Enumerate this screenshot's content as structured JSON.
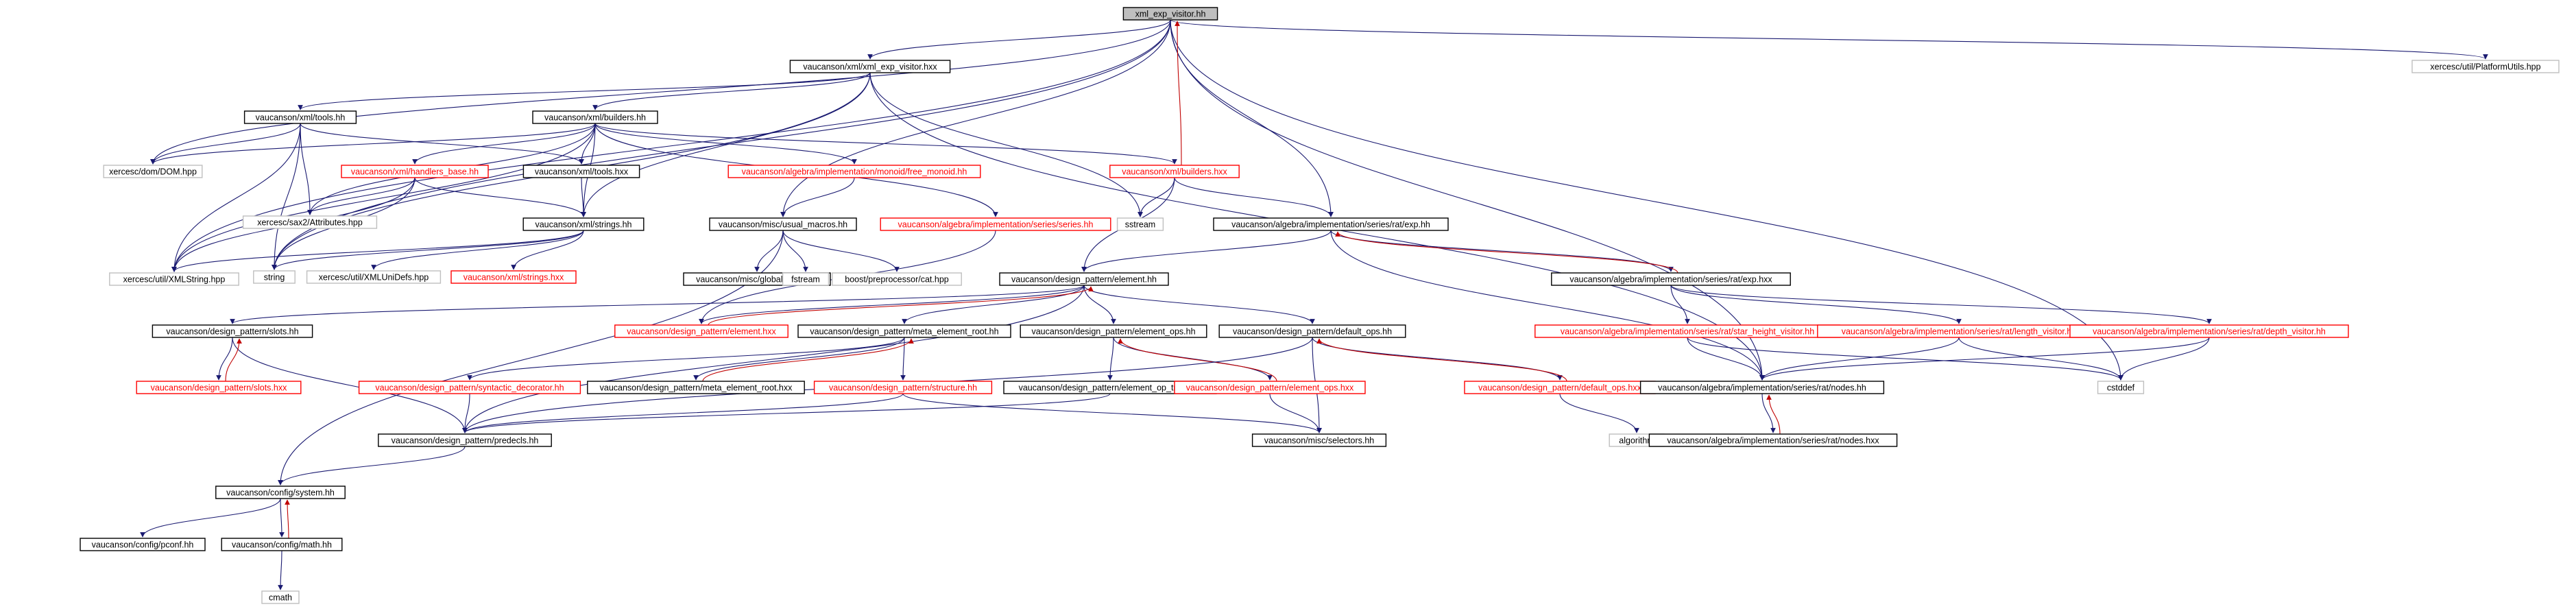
{
  "diagram": {
    "colors": {
      "edge": "#191970",
      "edge_back": "#c00000",
      "root_fill": "#bfbfbf",
      "documented_border": "#000000",
      "undocumented_border": "#ff0000",
      "external_border": "#bfbfbf"
    },
    "nodes": [
      {
        "id": "root",
        "label": "xml_exp_visitor.hh",
        "style": "root"
      },
      {
        "id": "xml_exp_visitor_hxx",
        "label": "vaucanson/xml/xml_exp_visitor.hxx",
        "style": "black"
      },
      {
        "id": "platformutils",
        "label": "xercesc/util/PlatformUtils.hpp",
        "style": "grey"
      },
      {
        "id": "tools_hh",
        "label": "vaucanson/xml/tools.hh",
        "style": "black"
      },
      {
        "id": "builders_hh",
        "label": "vaucanson/xml/builders.hh",
        "style": "black"
      },
      {
        "id": "dom",
        "label": "xercesc/dom/DOM.hpp",
        "style": "grey"
      },
      {
        "id": "handlers_base",
        "label": "vaucanson/xml/handlers_base.hh",
        "style": "red"
      },
      {
        "id": "tools_hxx",
        "label": "vaucanson/xml/tools.hxx",
        "style": "black"
      },
      {
        "id": "free_monoid",
        "label": "vaucanson/algebra/implementation/monoid/free_monoid.hh",
        "style": "red"
      },
      {
        "id": "builders_hxx",
        "label": "vaucanson/xml/builders.hxx",
        "style": "red"
      },
      {
        "id": "attributes",
        "label": "xercesc/sax2/Attributes.hpp",
        "style": "grey"
      },
      {
        "id": "strings_hh",
        "label": "vaucanson/xml/strings.hh",
        "style": "black"
      },
      {
        "id": "usual_macros",
        "label": "vaucanson/misc/usual_macros.hh",
        "style": "black"
      },
      {
        "id": "series_hh",
        "label": "vaucanson/algebra/implementation/series/series.hh",
        "style": "red"
      },
      {
        "id": "sstream",
        "label": "sstream",
        "style": "grey"
      },
      {
        "id": "rat_exp_hh",
        "label": "vaucanson/algebra/implementation/series/rat/exp.hh",
        "style": "black"
      },
      {
        "id": "xmlstring",
        "label": "xercesc/util/XMLString.hpp",
        "style": "grey"
      },
      {
        "id": "string",
        "label": "string",
        "style": "grey"
      },
      {
        "id": "xmlunidefs",
        "label": "xercesc/util/XMLUniDefs.hpp",
        "style": "grey"
      },
      {
        "id": "strings_hxx",
        "label": "vaucanson/xml/strings.hxx",
        "style": "red"
      },
      {
        "id": "global_timer",
        "label": "vaucanson/misc/global_timer.hh",
        "style": "black"
      },
      {
        "id": "fstream",
        "label": "fstream",
        "style": "grey"
      },
      {
        "id": "cat_hpp",
        "label": "boost/preprocessor/cat.hpp",
        "style": "grey"
      },
      {
        "id": "element_hh",
        "label": "vaucanson/design_pattern/element.hh",
        "style": "black"
      },
      {
        "id": "rat_exp_hxx",
        "label": "vaucanson/algebra/implementation/series/rat/exp.hxx",
        "style": "black"
      },
      {
        "id": "slots_hh",
        "label": "vaucanson/design_pattern/slots.hh",
        "style": "black"
      },
      {
        "id": "element_hxx",
        "label": "vaucanson/design_pattern/element.hxx",
        "style": "red"
      },
      {
        "id": "meta_element_root_hh",
        "label": "vaucanson/design_pattern/meta_element_root.hh",
        "style": "black"
      },
      {
        "id": "element_ops_hh",
        "label": "vaucanson/design_pattern/element_ops.hh",
        "style": "black"
      },
      {
        "id": "default_ops_hh",
        "label": "vaucanson/design_pattern/default_ops.hh",
        "style": "black"
      },
      {
        "id": "star_height",
        "label": "vaucanson/algebra/implementation/series/rat/star_height_visitor.hh",
        "style": "red"
      },
      {
        "id": "length_visitor",
        "label": "vaucanson/algebra/implementation/series/rat/length_visitor.hh",
        "style": "red"
      },
      {
        "id": "depth_visitor",
        "label": "vaucanson/algebra/implementation/series/rat/depth_visitor.hh",
        "style": "red"
      },
      {
        "id": "slots_hxx",
        "label": "vaucanson/design_pattern/slots.hxx",
        "style": "red"
      },
      {
        "id": "syntactic_decorator",
        "label": "vaucanson/design_pattern/syntactic_decorator.hh",
        "style": "red"
      },
      {
        "id": "meta_element_root_hxx",
        "label": "vaucanson/design_pattern/meta_element_root.hxx",
        "style": "black"
      },
      {
        "id": "structure_hh",
        "label": "vaucanson/design_pattern/structure.hh",
        "style": "red"
      },
      {
        "id": "element_op_traits",
        "label": "vaucanson/design_pattern/element_op_traits.hh",
        "style": "black"
      },
      {
        "id": "element_ops_hxx",
        "label": "vaucanson/design_pattern/element_ops.hxx",
        "style": "red"
      },
      {
        "id": "default_ops_hxx",
        "label": "vaucanson/design_pattern/default_ops.hxx",
        "style": "red"
      },
      {
        "id": "nodes_hh",
        "label": "vaucanson/algebra/implementation/series/rat/nodes.hh",
        "style": "black"
      },
      {
        "id": "cstddef",
        "label": "cstddef",
        "style": "grey"
      },
      {
        "id": "predecls",
        "label": "vaucanson/design_pattern/predecls.hh",
        "style": "black"
      },
      {
        "id": "selectors",
        "label": "vaucanson/misc/selectors.hh",
        "style": "black"
      },
      {
        "id": "algorithm",
        "label": "algorithm",
        "style": "grey"
      },
      {
        "id": "nodes_hxx",
        "label": "vaucanson/algebra/implementation/series/rat/nodes.hxx",
        "style": "black"
      },
      {
        "id": "system_hh",
        "label": "vaucanson/config/system.hh",
        "style": "black"
      },
      {
        "id": "pconf",
        "label": "vaucanson/config/pconf.hh",
        "style": "black"
      },
      {
        "id": "math_hh",
        "label": "vaucanson/config/math.hh",
        "style": "black"
      },
      {
        "id": "cmath",
        "label": "cmath",
        "style": "grey"
      }
    ],
    "edges": [
      {
        "from": "root",
        "to": "xml_exp_visitor_hxx"
      },
      {
        "from": "root",
        "to": "platformutils"
      },
      {
        "from": "root",
        "to": "xmlstring"
      },
      {
        "from": "root",
        "to": "dom"
      },
      {
        "from": "root",
        "to": "rat_exp_hh"
      },
      {
        "from": "root",
        "to": "usual_macros"
      },
      {
        "from": "root",
        "to": "nodes_hh"
      },
      {
        "from": "root",
        "to": "cstddef"
      },
      {
        "from": "root",
        "to": "string"
      },
      {
        "from": "xml_exp_visitor_hxx",
        "to": "tools_hh"
      },
      {
        "from": "xml_exp_visitor_hxx",
        "to": "builders_hh"
      },
      {
        "from": "xml_exp_visitor_hxx",
        "to": "strings_hh"
      },
      {
        "from": "xml_exp_visitor_hxx",
        "to": "sstream"
      },
      {
        "from": "xml_exp_visitor_hxx",
        "to": "nodes_hh"
      },
      {
        "from": "xml_exp_visitor_hxx",
        "to": "string"
      },
      {
        "from": "tools_hh",
        "to": "dom"
      },
      {
        "from": "tools_hh",
        "to": "attributes"
      },
      {
        "from": "tools_hh",
        "to": "xmlstring"
      },
      {
        "from": "tools_hh",
        "to": "string"
      },
      {
        "from": "tools_hh",
        "to": "tools_hxx"
      },
      {
        "from": "builders_hh",
        "to": "dom"
      },
      {
        "from": "builders_hh",
        "to": "handlers_base"
      },
      {
        "from": "builders_hh",
        "to": "tools_hxx"
      },
      {
        "from": "builders_hh",
        "to": "free_monoid"
      },
      {
        "from": "builders_hh",
        "to": "builders_hxx"
      },
      {
        "from": "builders_hh",
        "to": "series_hh"
      },
      {
        "from": "builders_hh",
        "to": "attributes"
      },
      {
        "from": "builders_hh",
        "to": "xmlstring"
      },
      {
        "from": "builders_hh",
        "to": "strings_hh"
      },
      {
        "from": "handlers_base",
        "to": "attributes"
      },
      {
        "from": "handlers_base",
        "to": "xmlstring"
      },
      {
        "from": "handlers_base",
        "to": "string"
      },
      {
        "from": "handlers_base",
        "to": "strings_hh"
      },
      {
        "from": "tools_hxx",
        "to": "strings_hh"
      },
      {
        "from": "free_monoid",
        "to": "usual_macros"
      },
      {
        "from": "builders_hxx",
        "to": "root",
        "back": true
      },
      {
        "from": "builders_hxx",
        "to": "sstream"
      },
      {
        "from": "builders_hxx",
        "to": "rat_exp_hh"
      },
      {
        "from": "builders_hxx",
        "to": "element_hh"
      },
      {
        "from": "strings_hh",
        "to": "xmlstring"
      },
      {
        "from": "strings_hh",
        "to": "string"
      },
      {
        "from": "strings_hh",
        "to": "xmlunidefs"
      },
      {
        "from": "strings_hh",
        "to": "strings_hxx"
      },
      {
        "from": "usual_macros",
        "to": "global_timer"
      },
      {
        "from": "usual_macros",
        "to": "fstream"
      },
      {
        "from": "usual_macros",
        "to": "cat_hpp"
      },
      {
        "from": "usual_macros",
        "to": "system_hh"
      },
      {
        "from": "series_hh",
        "to": "element_hxx"
      },
      {
        "from": "rat_exp_hh",
        "to": "element_hh"
      },
      {
        "from": "rat_exp_hh",
        "to": "rat_exp_hxx"
      },
      {
        "from": "rat_exp_hh",
        "to": "nodes_hh"
      },
      {
        "from": "rat_exp_hxx",
        "to": "rat_exp_hh",
        "back": true
      },
      {
        "from": "rat_exp_hxx",
        "to": "star_height"
      },
      {
        "from": "rat_exp_hxx",
        "to": "length_visitor"
      },
      {
        "from": "rat_exp_hxx",
        "to": "depth_visitor"
      },
      {
        "from": "element_hh",
        "to": "slots_hh"
      },
      {
        "from": "element_hh",
        "to": "element_hxx"
      },
      {
        "from": "element_hh",
        "to": "meta_element_root_hh"
      },
      {
        "from": "element_hh",
        "to": "element_ops_hh"
      },
      {
        "from": "element_hh",
        "to": "default_ops_hh"
      },
      {
        "from": "element_hh",
        "to": "predecls"
      },
      {
        "from": "element_hxx",
        "to": "element_hh",
        "back": true
      },
      {
        "from": "slots_hh",
        "to": "slots_hxx"
      },
      {
        "from": "slots_hh",
        "to": "predecls"
      },
      {
        "from": "slots_hxx",
        "to": "slots_hh",
        "back": true
      },
      {
        "from": "meta_element_root_hh",
        "to": "syntactic_decorator"
      },
      {
        "from": "meta_element_root_hh",
        "to": "meta_element_root_hxx"
      },
      {
        "from": "meta_element_root_hh",
        "to": "structure_hh"
      },
      {
        "from": "meta_element_root_hxx",
        "to": "meta_element_root_hh",
        "back": true
      },
      {
        "from": "syntactic_decorator",
        "to": "predecls"
      },
      {
        "from": "structure_hh",
        "to": "predecls"
      },
      {
        "from": "structure_hh",
        "to": "selectors"
      },
      {
        "from": "element_ops_hh",
        "to": "element_op_traits"
      },
      {
        "from": "element_ops_hh",
        "to": "element_ops_hxx"
      },
      {
        "from": "element_ops_hxx",
        "to": "element_ops_hh",
        "back": true
      },
      {
        "from": "element_ops_hxx",
        "to": "selectors"
      },
      {
        "from": "element_op_traits",
        "to": "predecls"
      },
      {
        "from": "default_ops_hh",
        "to": "default_ops_hxx"
      },
      {
        "from": "default_ops_hh",
        "to": "selectors"
      },
      {
        "from": "default_ops_hh",
        "to": "predecls"
      },
      {
        "from": "default_ops_hxx",
        "to": "default_ops_hh",
        "back": true
      },
      {
        "from": "default_ops_hxx",
        "to": "algorithm"
      },
      {
        "from": "star_height",
        "to": "nodes_hh"
      },
      {
        "from": "star_height",
        "to": "cstddef"
      },
      {
        "from": "length_visitor",
        "to": "nodes_hh"
      },
      {
        "from": "length_visitor",
        "to": "cstddef"
      },
      {
        "from": "depth_visitor",
        "to": "nodes_hh"
      },
      {
        "from": "depth_visitor",
        "to": "cstddef"
      },
      {
        "from": "nodes_hh",
        "to": "nodes_hxx"
      },
      {
        "from": "nodes_hxx",
        "to": "nodes_hh",
        "back": true
      },
      {
        "from": "predecls",
        "to": "system_hh"
      },
      {
        "from": "system_hh",
        "to": "pconf"
      },
      {
        "from": "system_hh",
        "to": "math_hh"
      },
      {
        "from": "math_hh",
        "to": "system_hh",
        "back": true
      },
      {
        "from": "math_hh",
        "to": "cmath"
      }
    ]
  }
}
